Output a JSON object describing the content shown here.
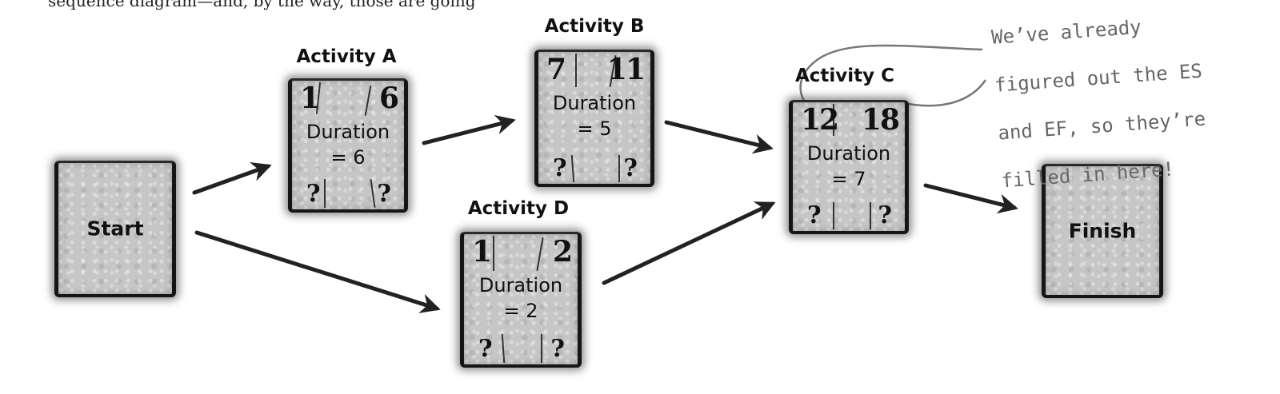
{
  "top_text": "sequence diagram—and, by the way, those are going",
  "nodes": {
    "start": {
      "label": "Start"
    },
    "finish": {
      "label": "Finish"
    },
    "activity_a": {
      "title": "Activity A",
      "es": "1",
      "ef": "6",
      "ls": "?",
      "lf": "?",
      "duration_line1": "Duration",
      "duration_line2": "= 6"
    },
    "activity_b": {
      "title": "Activity B",
      "es": "7",
      "ef": "11",
      "ls": "?",
      "lf": "?",
      "duration_line1": "Duration",
      "duration_line2": "= 5"
    },
    "activity_c": {
      "title": "Activity C",
      "es": "12",
      "ef": "18",
      "ls": "?",
      "lf": "?",
      "duration_line1": "Duration",
      "duration_line2": "= 7"
    },
    "activity_d": {
      "title": "Activity D",
      "es": "1",
      "ef": "2",
      "ls": "?",
      "lf": "?",
      "duration_line1": "Duration",
      "duration_line2": "= 2"
    }
  },
  "annotation": {
    "line1": "We’ve already",
    "line2": "figured out the ES",
    "line3": "and EF, so they’re",
    "line4": "filled in here!"
  },
  "colors": {
    "node_fill": "#c6c6c6",
    "border": "#151515",
    "annotation": "#666666"
  }
}
